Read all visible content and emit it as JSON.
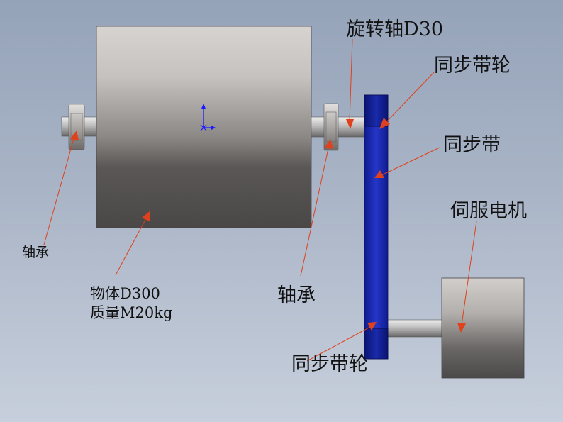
{
  "labels": {
    "rotating_shaft": "旋转轴D30",
    "sync_pulley_top": "同步带轮",
    "sync_belt": "同步带",
    "servo_motor": "伺服电机",
    "bearing_left": "轴承",
    "object_line1": "物体D300",
    "object_line2": "质量M20kg",
    "bearing_right": "轴承",
    "sync_pulley_bottom": "同步带轮"
  },
  "colors": {
    "leader_line": "#e0401c",
    "belt_blue": "#1f2fb8",
    "triad_blue": "#1a1aff"
  }
}
